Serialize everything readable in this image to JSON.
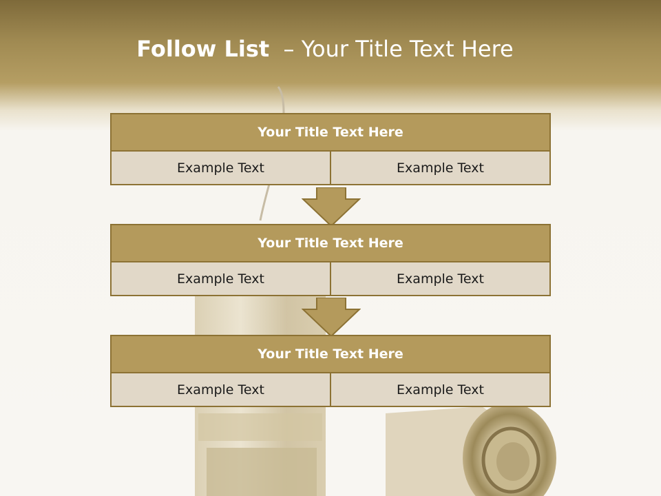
{
  "title": {
    "bold": "Follow List",
    "rest": "– Your Title Text Here"
  },
  "blocks": [
    {
      "title": "Your Title Text Here",
      "left": "Example Text",
      "right": "Example Text"
    },
    {
      "title": "Your Title Text Here",
      "left": "Example Text",
      "right": "Example Text"
    },
    {
      "title": "Your Title Text Here",
      "left": "Example Text",
      "right": "Example Text"
    }
  ],
  "colors": {
    "header_fill": "#b49a5c",
    "header_border": "#8c7234",
    "cell_fill": "#e1d8c8",
    "title_band": "#a08a52"
  }
}
